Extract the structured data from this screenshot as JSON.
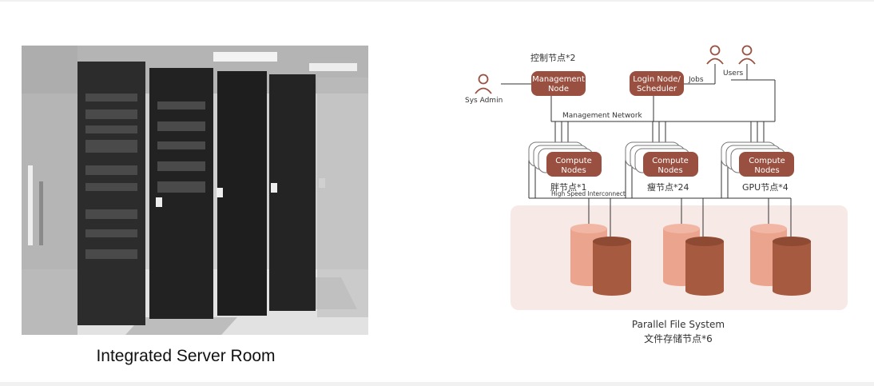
{
  "photo": {
    "caption": "Integrated Server Room"
  },
  "diagram": {
    "sys_admin": "Sys Admin",
    "users": "Users",
    "jobs": "Jobs",
    "management_network": "Management Network",
    "high_speed_interconnect": "High Speed Interconnect",
    "management_node": {
      "line1": "Management",
      "line2": "Node",
      "count_label": "控制节点*2"
    },
    "login_node": {
      "line1": "Login Node/",
      "line2": "Scheduler"
    },
    "compute_groups": [
      {
        "line1": "Compute",
        "line2": "Nodes",
        "count_label": "胖节点*1"
      },
      {
        "line1": "Compute",
        "line2": "Nodes",
        "count_label": "瘦节点*24"
      },
      {
        "line1": "Compute",
        "line2": "Nodes",
        "count_label": "GPU节点*4"
      }
    ],
    "storage": {
      "label": "Parallel File System",
      "count_label": "文件存储节点*6"
    }
  },
  "colors": {
    "node_fill": "#9a5040",
    "storage_back": "#eba48d",
    "storage_front": "#a65a3f",
    "storage_panel": "#f7e9e6",
    "icon_stroke": "#9a5040"
  }
}
